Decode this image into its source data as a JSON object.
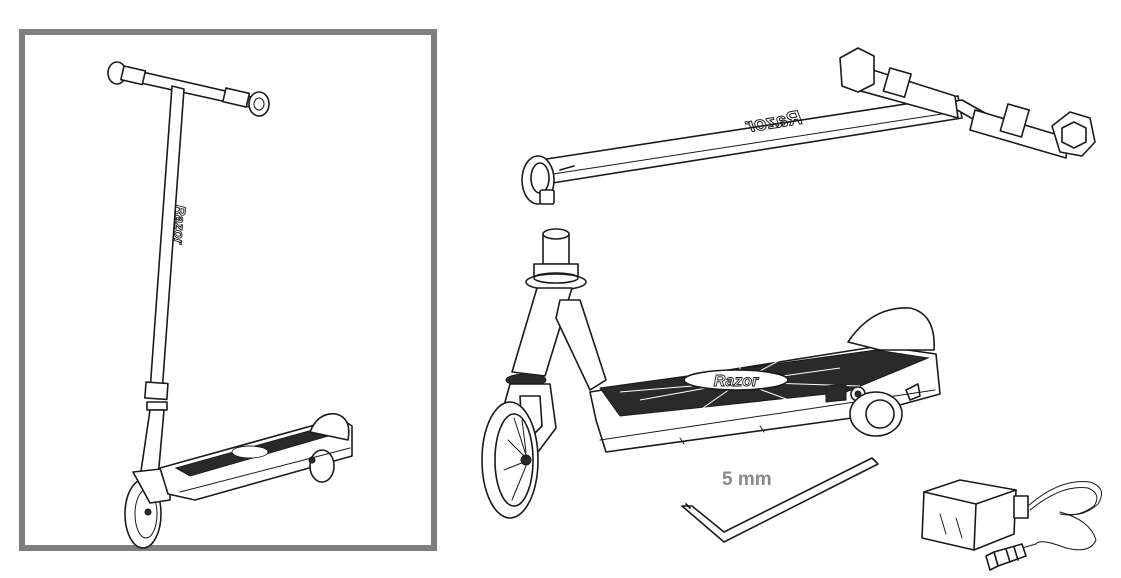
{
  "frame": {
    "border_color": "#7f7f7f"
  },
  "tool_label": "5 mm",
  "brand_text": "Razor",
  "colors": {
    "ink": "#1a1a1a",
    "label_gray": "#8a8a8a",
    "background": "#ffffff"
  },
  "parts": [
    "assembled-scooter",
    "handlebar",
    "scooter-body",
    "hex-key",
    "charger"
  ]
}
